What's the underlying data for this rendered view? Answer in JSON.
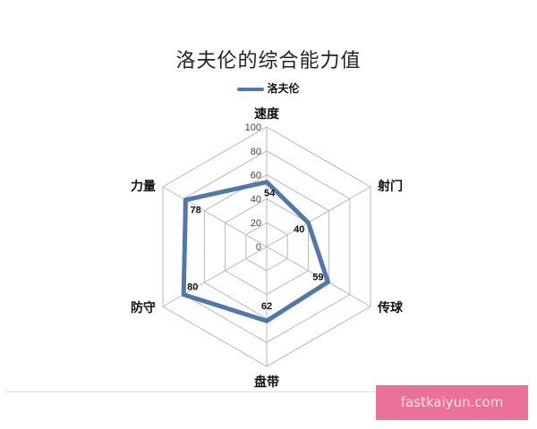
{
  "chart_data": {
    "type": "radar",
    "title": "洛夫伦的综合能力值",
    "legend": {
      "position": "top",
      "entries": [
        "洛夫伦"
      ]
    },
    "categories": [
      "速度",
      "射门",
      "传球",
      "盘带",
      "防守",
      "力量"
    ],
    "series": [
      {
        "name": "洛夫伦",
        "values": [
          54,
          40,
          59,
          62,
          80,
          78
        ],
        "color": "#4f79ad"
      }
    ],
    "radial_ticks": [
      "0",
      "20",
      "40",
      "60",
      "80",
      "100"
    ],
    "range": [
      0,
      100
    ],
    "grid": true,
    "data_labels": true
  },
  "watermark": {
    "text": "fastkaiyun.com",
    "color": "#ec7199"
  }
}
